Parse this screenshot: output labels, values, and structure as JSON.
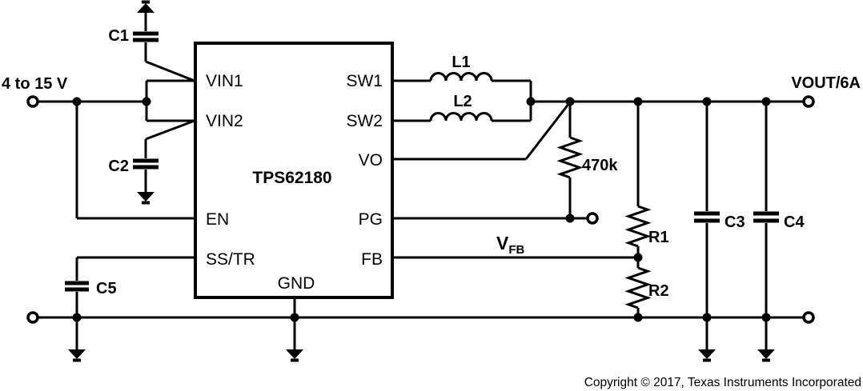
{
  "ic": {
    "part_number": "TPS62180",
    "pins": {
      "vin1": "VIN1",
      "vin2": "VIN2",
      "en": "EN",
      "sstr": "SS/TR",
      "sw1": "SW1",
      "sw2": "SW2",
      "vo": "VO",
      "pg": "PG",
      "fb": "FB",
      "gnd": "GND"
    }
  },
  "components": {
    "c1": "C1",
    "c2": "C2",
    "c3": "C3",
    "c4": "C4",
    "c5": "C5",
    "l1": "L1",
    "l2": "L2",
    "r1": "R1",
    "r2": "R2",
    "pg_pullup_value": "470k"
  },
  "net_labels": {
    "input": "4 to 15 V",
    "output": "VOUT/6A",
    "feedback_main": "V",
    "feedback_sub": "FB"
  },
  "footer": {
    "copyright": "Copyright © 2017, Texas Instruments Incorporated"
  },
  "colors": {
    "wire": "#000000",
    "copyright_text": "#58585a",
    "background": "#ffffff"
  }
}
